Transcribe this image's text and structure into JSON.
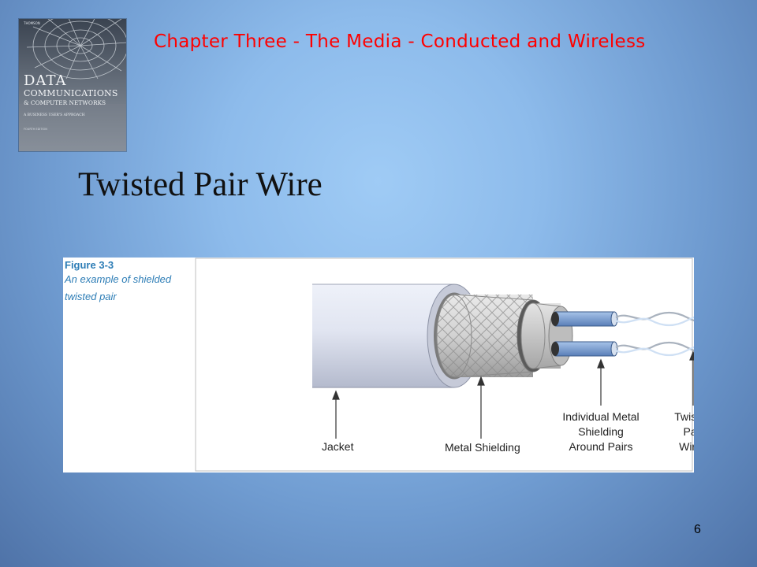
{
  "header": {
    "chapter_title": "Chapter Three - The Media - Conducted and Wireless"
  },
  "book_cover": {
    "publisher": "THOMSON",
    "line1": "DATA",
    "line2": "COMMUNICATIONS",
    "line3": "& COMPUTER NETWORKS",
    "line4": "A BUSINESS USER'S APPROACH",
    "line5": "FOURTH EDITION"
  },
  "slide": {
    "title": "Twisted Pair Wire",
    "number": "6"
  },
  "figure": {
    "caption_label": "Figure 3-3",
    "caption_line1": "An example of shielded",
    "caption_line2": "twisted pair",
    "labels": {
      "jacket": "Jacket",
      "metal_shielding": "Metal Shielding",
      "individual_1": "Individual Metal",
      "individual_2": "Shielding",
      "individual_3": "Around Pairs",
      "twisted_1": "Twisted",
      "twisted_2": "Pair",
      "twisted_3": "Wires"
    }
  },
  "colors": {
    "chapter_title": "#ff0000",
    "caption": "#2d7db6"
  }
}
